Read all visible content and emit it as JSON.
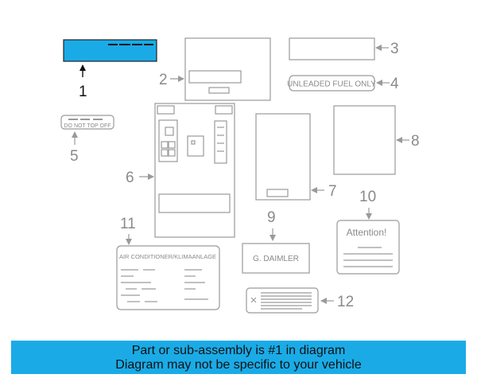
{
  "callouts": {
    "c1": "1",
    "c2": "2",
    "c3": "3",
    "c4": "4",
    "c5": "5",
    "c6": "6",
    "c7": "7",
    "c8": "8",
    "c9": "9",
    "c10": "10",
    "c11": "11",
    "c12": "12"
  },
  "labels": {
    "unleaded": "UNLEADED FUEL ONLY",
    "do_not_top_off": "DO NOT TOP OFF",
    "attention": "Attention!",
    "daimler": "G. DAIMLER",
    "air_conditioner": "AIR CONDITIONER/KLIMAANLAGE"
  },
  "banner": {
    "line1": "Part or sub-assembly is #1 in diagram",
    "line2": "Diagram may not be specific to your vehicle"
  },
  "colors": {
    "highlight": "#1aabe7",
    "line_gray": "#9a9a9a"
  }
}
